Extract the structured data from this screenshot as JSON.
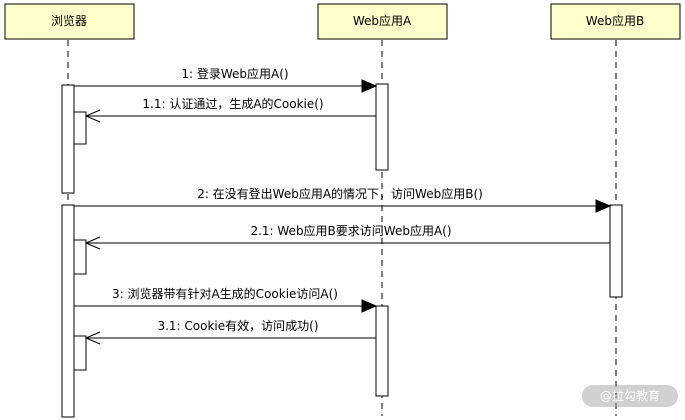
{
  "participants": [
    {
      "id": "browser",
      "label": "浏览器"
    },
    {
      "id": "webA",
      "label": "Web应用A"
    },
    {
      "id": "webB",
      "label": "Web应用B"
    }
  ],
  "messages": [
    {
      "id": "m1",
      "label": "1: 登录Web应用A()",
      "from": "browser",
      "to": "webA",
      "kind": "call"
    },
    {
      "id": "m1_1",
      "label": "1.1: 认证通过，生成A的Cookie()",
      "from": "webA",
      "to": "browser",
      "kind": "return"
    },
    {
      "id": "m2",
      "label": "2: 在没有登出Web应用A的情况下，访问Web应用B()",
      "from": "browser",
      "to": "webB",
      "kind": "call"
    },
    {
      "id": "m2_1",
      "label": "2.1: Web应用B要求访问Web应用A()",
      "from": "webB",
      "to": "browser",
      "kind": "return"
    },
    {
      "id": "m3",
      "label": "3: 浏览器带有针对A生成的Cookie访问A()",
      "from": "browser",
      "to": "webA",
      "kind": "call"
    },
    {
      "id": "m3_1",
      "label": "3.1: Cookie有效，访问成功()",
      "from": "webA",
      "to": "browser",
      "kind": "return"
    }
  ],
  "watermark": "@拉勾教育",
  "colors": {
    "participant_fill": "#ffffcc",
    "line": "#000000"
  }
}
